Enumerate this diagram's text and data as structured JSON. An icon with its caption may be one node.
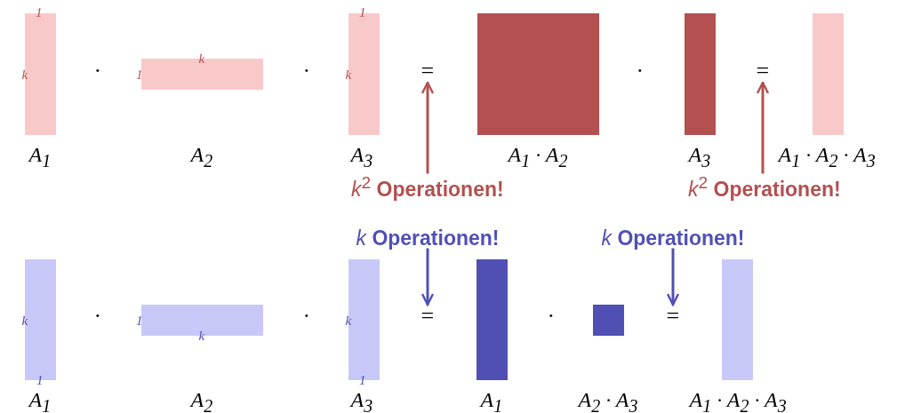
{
  "diagram": {
    "nodes": [
      {
        "text": [
          "1",
          "k",
          "A$_{1}$"
        ]
      },
      {
        "text": [
          "k",
          "1",
          "A$_{2}$"
        ]
      },
      {
        "text": [
          "1",
          "k",
          "A$_{3}$"
        ]
      },
      {
        "text": [
          "="
        ]
      },
      {
        "text": [
          "A$_{1}$ · A$_{2}$"
        ]
      },
      {
        "text": [
          "A$_{3}$"
        ]
      },
      {
        "text": [
          "="
        ]
      },
      {
        "text": [
          "A$_{1}$ · A$_{2}$ · A$_{3}$"
        ]
      },
      {
        "text": [
          "*k*$^{2}$ **Operationen!**"
        ]
      },
      {
        "text": [
          "*k*$^{2}$ **Operationen!**"
        ]
      },
      {
        "text": [
          "k",
          "1",
          "A$_{1}$"
        ]
      },
      {
        "text": [
          "1",
          "k",
          "A$_{2}$"
        ]
      },
      {
        "text": [
          "k",
          "1",
          "A$_{3}$"
        ]
      },
      {
        "text": [
          "="
        ]
      },
      {
        "text": [
          "A$_{1}$"
        ]
      },
      {
        "text": [
          "A$_{2}$ · A$_{3}$"
        ]
      },
      {
        "text": [
          "="
        ]
      },
      {
        "text": [
          "A$_{1}$ · A$_{2}$ · A$_{3}$"
        ]
      },
      {
        "text": [
          "*k* **Operationen!**"
        ]
      },
      {
        "text": [
          "*k* **Operationen!**"
        ]
      }
    ],
    "edges": [
      {
        "from": 8,
        "to": 3,
        "arrow": "to",
        "color": "#b35050"
      },
      {
        "from": 9,
        "to": 6,
        "arrow": "to",
        "color": "#b35050"
      },
      {
        "from": 18,
        "to": 13,
        "arrow": "to",
        "color": "#5050b4"
      },
      {
        "from": 19,
        "to": 16,
        "arrow": "to",
        "color": "#5050b4"
      }
    ],
    "labels": [
      "·",
      "·",
      "·",
      "·",
      "·",
      "·"
    ]
  }
}
